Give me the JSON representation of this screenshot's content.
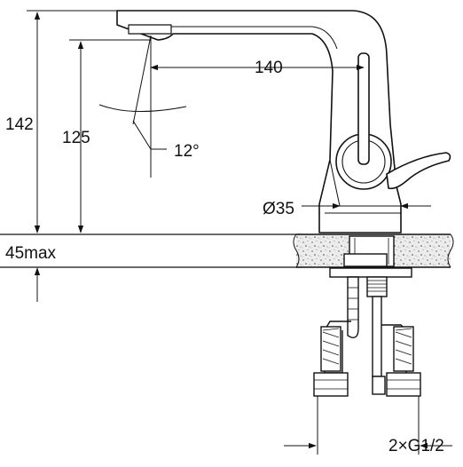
{
  "drawing": {
    "dimensions": {
      "overall_height": "142",
      "spout_height": "125",
      "spout_reach": "140",
      "spout_angle": "12°",
      "body_diameter": "Ø35",
      "deck_thickness": "45max",
      "connection": "2×G1/2"
    },
    "colors": {
      "line": "#111111",
      "counter_fill": "#e8e8e8",
      "background": "#ffffff"
    }
  }
}
